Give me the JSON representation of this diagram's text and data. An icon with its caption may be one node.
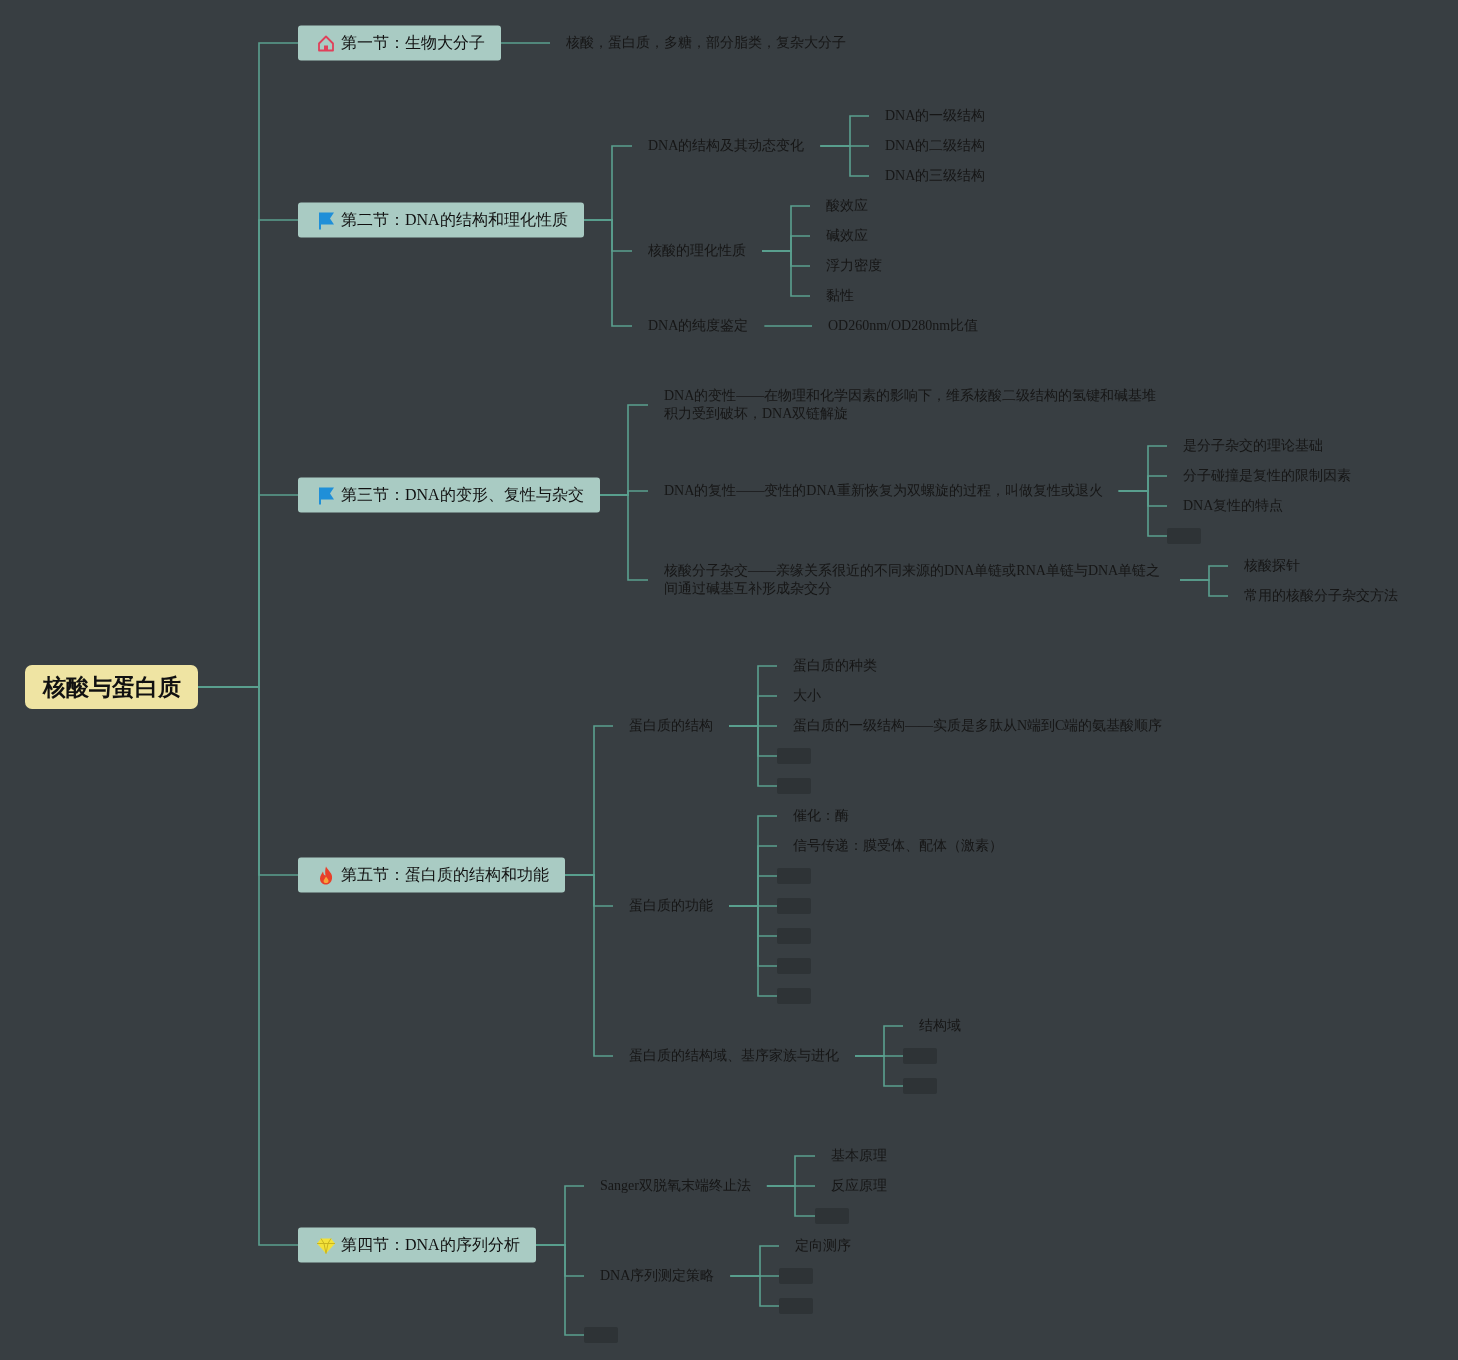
{
  "diagram": {
    "nodes": [
      {
        "text": [
          "核酸与蛋白质"
        ]
      },
      {
        "text": [
          "第一节：生物大分子"
        ]
      },
      {
        "text": [
          "核酸，蛋白质，多糖，部分脂类，复杂大分子"
        ]
      },
      {
        "text": [
          "第二节：DNA的结构和理化性质"
        ]
      },
      {
        "text": [
          "DNA的结构及其动态变化"
        ]
      },
      {
        "text": [
          "DNA的一级结构"
        ]
      },
      {
        "text": [
          "DNA的二级结构"
        ]
      },
      {
        "text": [
          "DNA的三级结构"
        ]
      },
      {
        "text": [
          "核酸的理化性质"
        ]
      },
      {
        "text": [
          "酸效应"
        ]
      },
      {
        "text": [
          "碱效应"
        ]
      },
      {
        "text": [
          "浮力密度"
        ]
      },
      {
        "text": [
          "黏性"
        ]
      },
      {
        "text": [
          "DNA的纯度鉴定"
        ]
      },
      {
        "text": [
          "OD260nm/OD280nm比值"
        ]
      },
      {
        "text": [
          "第三节：DNA的变形、复性与杂交"
        ]
      },
      {
        "text": [
          "DNA的变性——在物理和化学因素的影响下，维系核酸二级结构的氢键和碱基堆积力受到破坏，DNA双链解旋"
        ]
      },
      {
        "text": [
          "DNA的复性——变性的DNA重新恢复为双螺旋的过程，叫做复性或退火"
        ]
      },
      {
        "text": [
          "是分子杂交的理论基础"
        ]
      },
      {
        "text": [
          "分子碰撞是复性的限制因素"
        ]
      },
      {
        "text": [
          "DNA复性的特点"
        ]
      },
      {
        "text": [],
        "shape": "box"
      },
      {
        "text": [
          "核酸分子杂交——亲缘关系很近的不同来源的DNA单链或RNA单链与DNA单链之间通过碱基互补形成杂交分"
        ]
      },
      {
        "text": [
          "核酸探针"
        ]
      },
      {
        "text": [
          "常用的核酸分子杂交方法"
        ]
      },
      {
        "text": [
          "第五节：蛋白质的结构和功能"
        ]
      },
      {
        "text": [
          "蛋白质的结构"
        ]
      },
      {
        "text": [
          "蛋白质的种类"
        ]
      },
      {
        "text": [
          "大小"
        ]
      },
      {
        "text": [
          "蛋白质的一级结构——实质是多肽从N端到C端的氨基酸顺序"
        ]
      },
      {
        "text": [],
        "shape": "box"
      },
      {
        "text": [],
        "shape": "box"
      },
      {
        "text": [
          "蛋白质的功能"
        ]
      },
      {
        "text": [
          "催化：酶"
        ]
      },
      {
        "text": [
          "信号传递：膜受体、配体（激素）"
        ]
      },
      {
        "text": [],
        "shape": "box"
      },
      {
        "text": [],
        "shape": "box"
      },
      {
        "text": [],
        "shape": "box"
      },
      {
        "text": [],
        "shape": "box"
      },
      {
        "text": [],
        "shape": "box"
      },
      {
        "text": [
          "蛋白质的结构域、基序家族与进化"
        ]
      },
      {
        "text": [
          "结构域"
        ]
      },
      {
        "text": [],
        "shape": "box"
      },
      {
        "text": [],
        "shape": "box"
      },
      {
        "text": [
          "第四节：DNA的序列分析"
        ]
      },
      {
        "text": [
          "Sanger双脱氧末端终止法"
        ]
      },
      {
        "text": [
          "基本原理"
        ]
      },
      {
        "text": [
          "反应原理"
        ]
      },
      {
        "text": [],
        "shape": "box"
      },
      {
        "text": [
          "DNA序列测定策略"
        ]
      },
      {
        "text": [
          "定向测序"
        ]
      },
      {
        "text": [],
        "shape": "box"
      },
      {
        "text": [],
        "shape": "box"
      },
      {
        "text": [],
        "shape": "box"
      }
    ],
    "edges": [
      {
        "from": 0,
        "to": 1,
        "arrow": "none"
      },
      {
        "from": 0,
        "to": 3,
        "arrow": "none"
      },
      {
        "from": 0,
        "to": 15,
        "arrow": "none"
      },
      {
        "from": 0,
        "to": 25,
        "arrow": "none"
      },
      {
        "from": 0,
        "to": 44,
        "arrow": "none"
      },
      {
        "from": 1,
        "to": 2,
        "arrow": "none"
      },
      {
        "from": 3,
        "to": 4,
        "arrow": "none"
      },
      {
        "from": 3,
        "to": 8,
        "arrow": "none"
      },
      {
        "from": 3,
        "to": 13,
        "arrow": "none"
      },
      {
        "from": 4,
        "to": 5,
        "arrow": "none"
      },
      {
        "from": 4,
        "to": 6,
        "arrow": "none"
      },
      {
        "from": 4,
        "to": 7,
        "arrow": "none"
      },
      {
        "from": 8,
        "to": 9,
        "arrow": "none"
      },
      {
        "from": 8,
        "to": 10,
        "arrow": "none"
      },
      {
        "from": 8,
        "to": 11,
        "arrow": "none"
      },
      {
        "from": 8,
        "to": 12,
        "arrow": "none"
      },
      {
        "from": 13,
        "to": 14,
        "arrow": "none"
      },
      {
        "from": 15,
        "to": 16,
        "arrow": "none"
      },
      {
        "from": 15,
        "to": 17,
        "arrow": "none"
      },
      {
        "from": 15,
        "to": 22,
        "arrow": "none"
      },
      {
        "from": 17,
        "to": 18,
        "arrow": "none"
      },
      {
        "from": 17,
        "to": 19,
        "arrow": "none"
      },
      {
        "from": 17,
        "to": 20,
        "arrow": "none"
      },
      {
        "from": 17,
        "to": 21,
        "arrow": "none"
      },
      {
        "from": 22,
        "to": 23,
        "arrow": "none"
      },
      {
        "from": 22,
        "to": 24,
        "arrow": "none"
      },
      {
        "from": 25,
        "to": 26,
        "arrow": "none"
      },
      {
        "from": 25,
        "to": 32,
        "arrow": "none"
      },
      {
        "from": 25,
        "to": 40,
        "arrow": "none"
      },
      {
        "from": 26,
        "to": 27,
        "arrow": "none"
      },
      {
        "from": 26,
        "to": 28,
        "arrow": "none"
      },
      {
        "from": 26,
        "to": 29,
        "arrow": "none"
      },
      {
        "from": 26,
        "to": 30,
        "arrow": "none"
      },
      {
        "from": 26,
        "to": 31,
        "arrow": "none"
      },
      {
        "from": 32,
        "to": 33,
        "arrow": "none"
      },
      {
        "from": 32,
        "to": 34,
        "arrow": "none"
      },
      {
        "from": 32,
        "to": 35,
        "arrow": "none"
      },
      {
        "from": 32,
        "to": 36,
        "arrow": "none"
      },
      {
        "from": 32,
        "to": 37,
        "arrow": "none"
      },
      {
        "from": 32,
        "to": 38,
        "arrow": "none"
      },
      {
        "from": 32,
        "to": 39,
        "arrow": "none"
      },
      {
        "from": 40,
        "to": 41,
        "arrow": "none"
      },
      {
        "from": 40,
        "to": 42,
        "arrow": "none"
      },
      {
        "from": 40,
        "to": 43,
        "arrow": "none"
      },
      {
        "from": 44,
        "to": 45,
        "arrow": "none"
      },
      {
        "from": 44,
        "to": 49,
        "arrow": "none"
      },
      {
        "from": 44,
        "to": 53,
        "arrow": "none"
      },
      {
        "from": 45,
        "to": 46,
        "arrow": "none"
      },
      {
        "from": 45,
        "to": 47,
        "arrow": "none"
      },
      {
        "from": 45,
        "to": 48,
        "arrow": "none"
      },
      {
        "from": 49,
        "to": 50,
        "arrow": "none"
      },
      {
        "from": 49,
        "to": 51,
        "arrow": "none"
      },
      {
        "from": 49,
        "to": 52,
        "arrow": "none"
      }
    ]
  }
}
